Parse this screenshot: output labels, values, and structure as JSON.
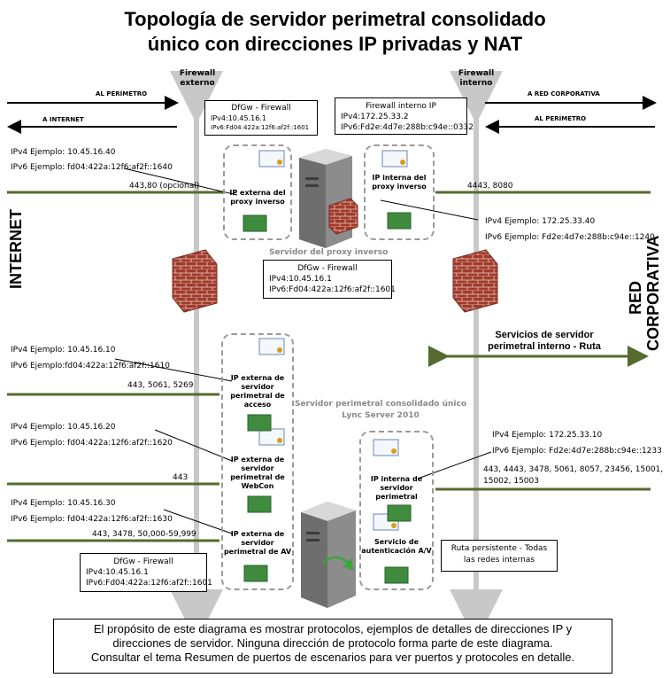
{
  "title_line1": "Topología de servidor perimetral consolidado",
  "title_line2": "único con direcciones IP privadas y NAT",
  "firewall_external": {
    "line1": "Firewall",
    "line2": "externo"
  },
  "firewall_internal": {
    "line1": "Firewall",
    "line2": "interno"
  },
  "arrows": {
    "to_perimeter": "AL PERÍMETRO",
    "to_internet": "A INTERNET",
    "to_corporate": "A RED CORPORATIVA",
    "to_perimeter_right": "AL PERÍMETRO"
  },
  "side_labels": {
    "internet": "INTERNET",
    "red": "RED",
    "corporativa": "CORPORATIVA"
  },
  "boxes": {
    "dfgw_top": {
      "title": "DfGw - Firewall",
      "ipv4": "IPv4:10.45.16.1",
      "ipv6": "IPv6:Fd04:422a:12f6:af2f::1601"
    },
    "fw_internal_ip": {
      "title": "Firewall interno IP",
      "ipv4": "IPv4:172.25.33.2",
      "ipv6": "IPv6:Fd2e:4d7e:288b:c94e::0332"
    },
    "dfgw_mid": {
      "title": "DfGw - Firewall",
      "ipv4": "IPv4:10.45.16.1",
      "ipv6": "IPv6:Fd04:422a:12f6:af2f::1601"
    },
    "dfgw_bottom": {
      "title": "DfGw - Firewall",
      "ipv4": "IPv4:10.45.16.1",
      "ipv6": "IPv6:Fd04:422a:12f6:af2f::1601"
    },
    "persistent_route": {
      "line1": "Ruta persistente - Todas",
      "line2": "las redes internas"
    }
  },
  "reverse_proxy": {
    "external_ipv4": "IPv4 Ejemplo: 10.45.16.40",
    "external_ipv6": "IPv6 Ejemplo: fd04:422a:12f6:af2f::1640",
    "external_ports": "443,80 (opcional)",
    "external_label": [
      "IP externa del",
      "proxy inverso"
    ],
    "internal_label": [
      "IP interna del",
      "proxy inverso"
    ],
    "internal_ports": "4443, 8080",
    "internal_ipv4": "IPv4 Ejemplo: 172.25.33.40",
    "internal_ipv6": "IPv6 Ejemplo: Fd2e:4d7e:288b:c94e::1240",
    "server_caption": "Servidor del proxy inverso"
  },
  "edge": {
    "access_ipv4": "IPv4 Ejemplo: 10.45.16.10",
    "access_ipv6": "IPv6 Ejemplo:fd04:422a:12f6:af2f::1610",
    "access_ports": "443, 5061, 5269",
    "access_label": [
      "IP externa de",
      "servidor",
      "perimetral de",
      "acceso"
    ],
    "webcon_ipv4": "IPv4 Ejemplo: 10.45.16.20",
    "webcon_ipv6": "IPv6 Ejemplo: fd04:422a:12f6:af2f::1620",
    "webcon_ports": "443",
    "webcon_label": [
      "IP externa de",
      "servidor",
      "perimetral de",
      "WebCon"
    ],
    "av_ipv4": "IPv4 Ejemplo: 10.45.16.30",
    "av_ipv6": "IPv6 Ejemplo: fd04:422a:12f6:af2f::1630",
    "av_ports": "443, 3478, 50,000-59,999",
    "av_label": [
      "IP externa de",
      "servidor",
      "perimetral de AV"
    ],
    "server_caption1": "Servidor perimetral consolidado único",
    "server_caption2": "Lync Server 2010",
    "internal_ipv4": "IPv4 Ejemplo: 172.25.33.10",
    "internal_ipv6": "IPv6 Ejemplo: Fd2e:4d7e:288b:c94e::1233",
    "internal_ports1": "443, 4443, 3478, 5061, 8057, 23456, 15001,",
    "internal_ports2": "15002, 15003",
    "internal_label": [
      "IP interna de",
      "servidor",
      "perimetral"
    ],
    "auth_label": [
      "Servicio de",
      "autenticación A/V"
    ]
  },
  "internal_services": {
    "line1": "Servicios de servidor",
    "line2": "perimetral interno - Ruta"
  },
  "footer": {
    "line1": "El propósito de este diagrama es mostrar protocolos, ejemplos de detalles de direcciones IP y",
    "line2": "direcciones de servidor. Ninguna dirección de protocolo forma parte de este diagrama.",
    "line3": "Consultar el tema Resumen de puertos de escenarios para ver puertos y protocoles en detalle."
  },
  "colors": {
    "green_line": "#556b2f",
    "dash": "#9a9a9a",
    "firewall_line": "#c8c8c8",
    "brick": "#a23a2a"
  }
}
